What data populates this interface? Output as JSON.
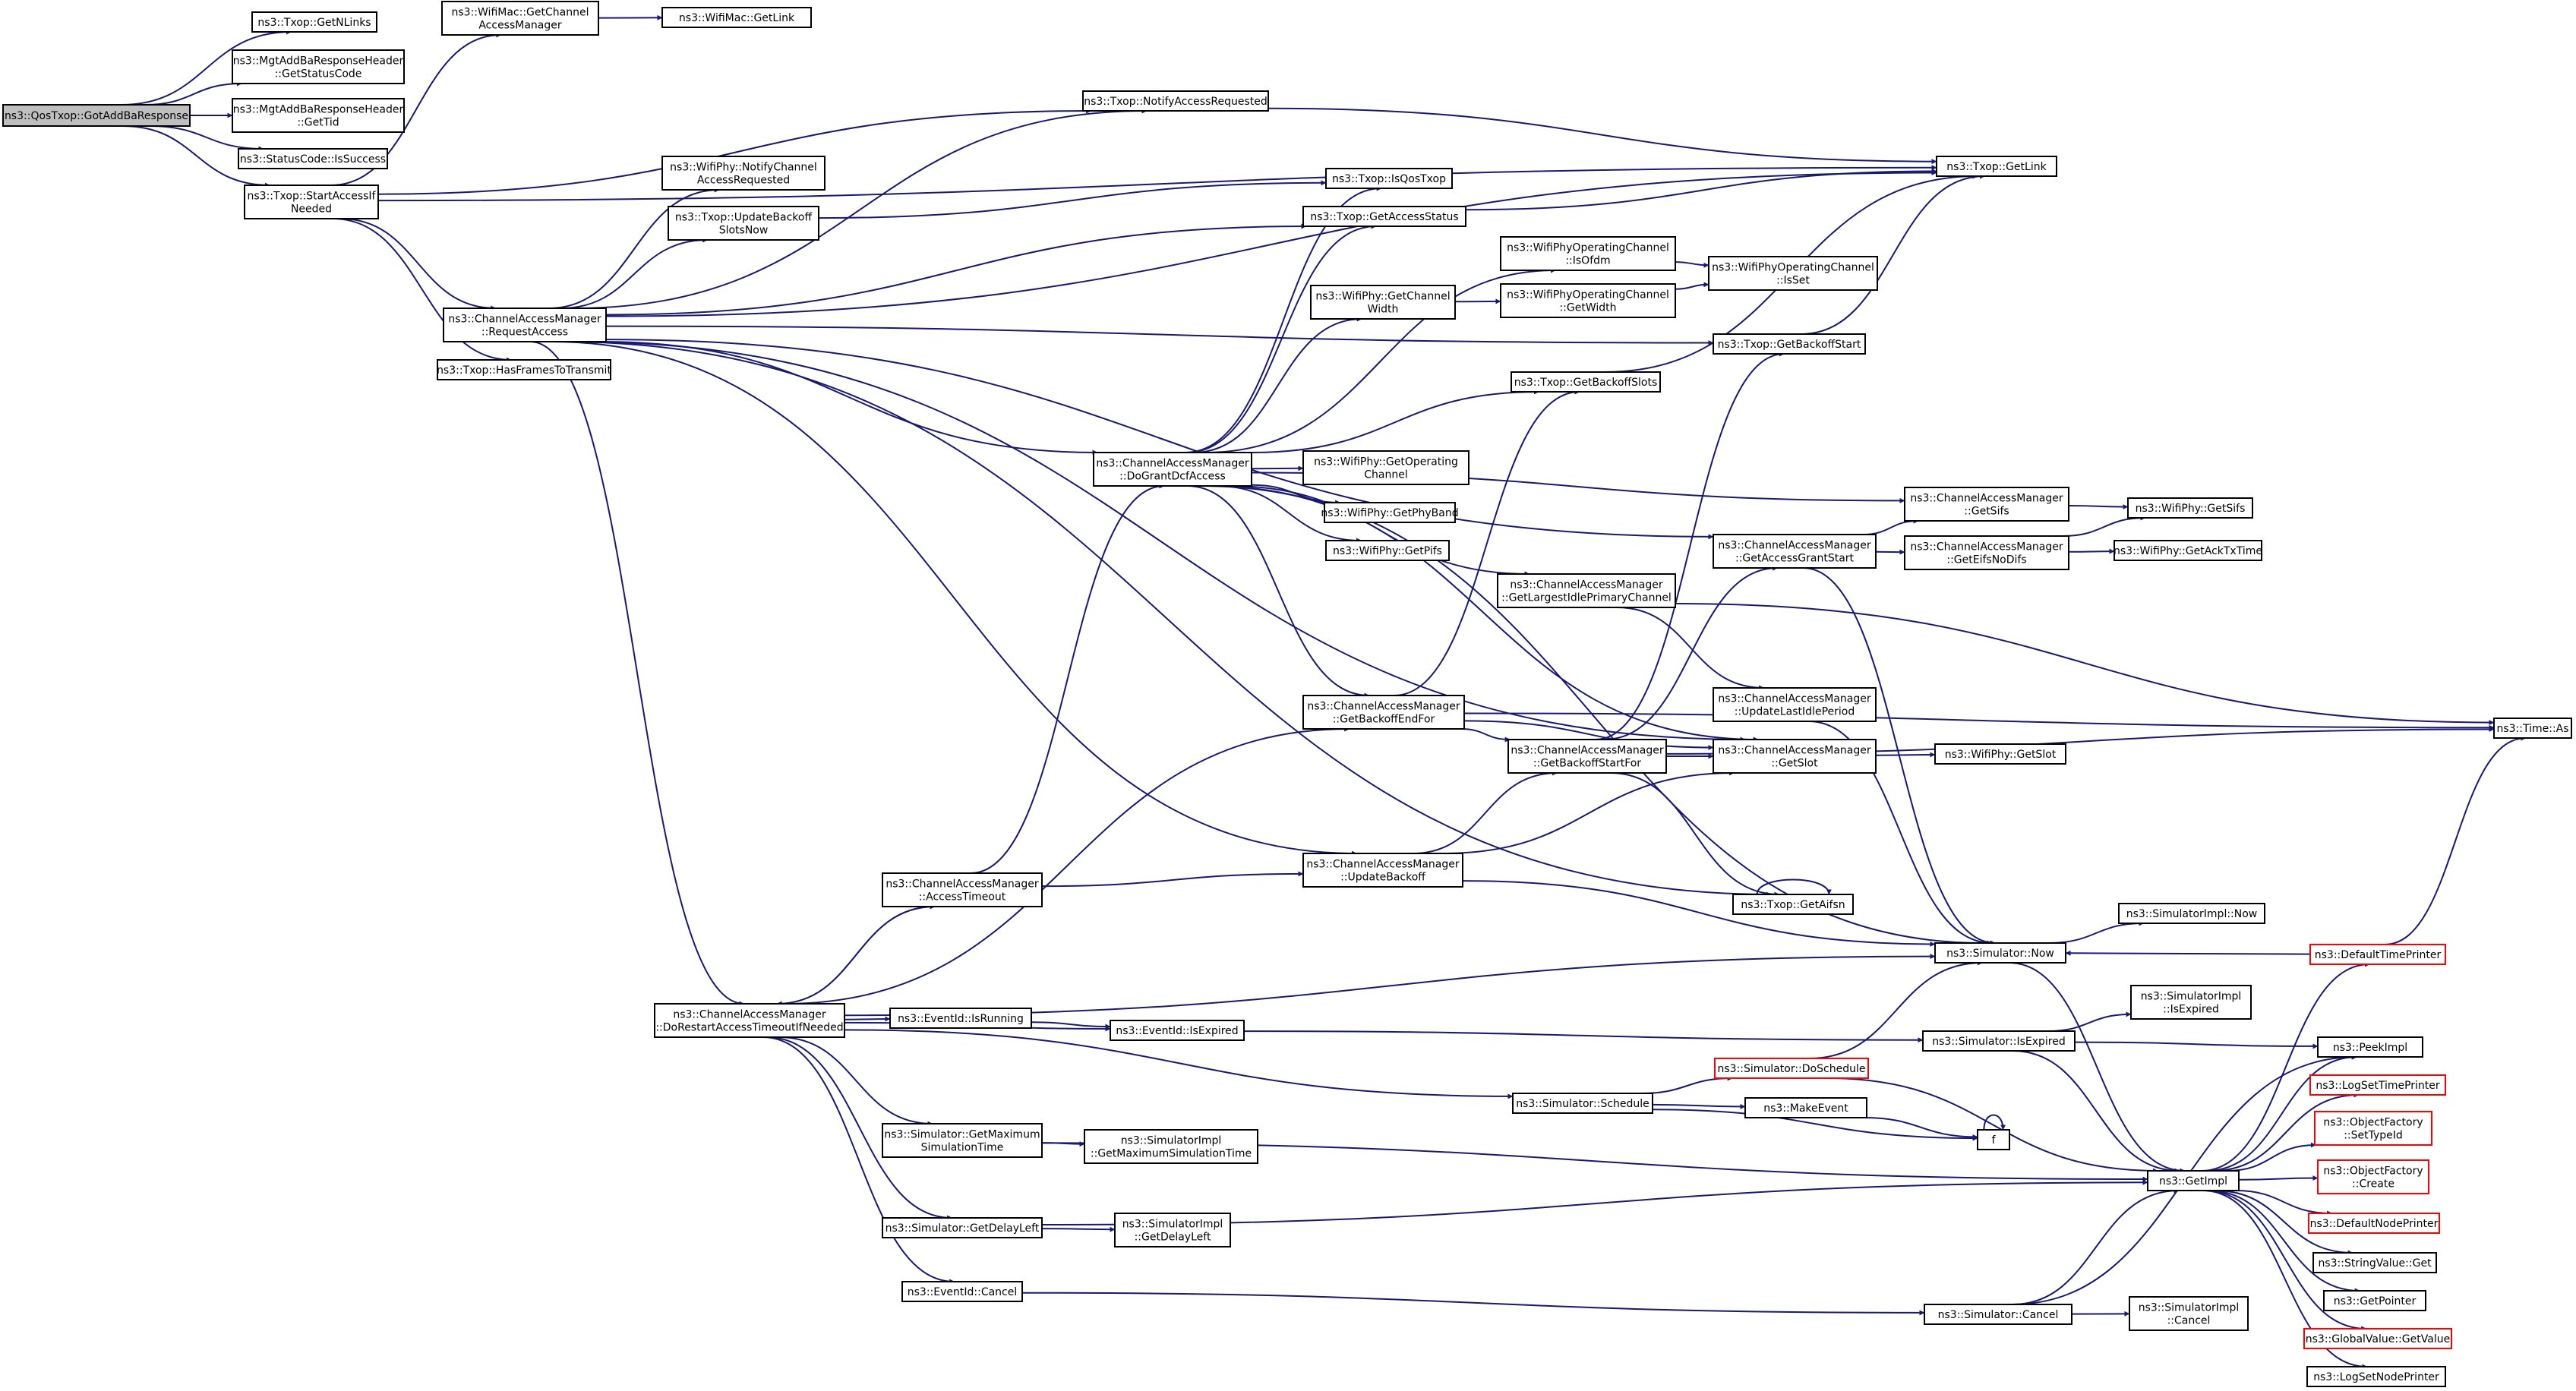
{
  "colors": {
    "edge": "#191970",
    "root_fill": "#bfbfbf",
    "node_border": "#000000",
    "truncated_border": "#ff0000",
    "background": "#ffffff"
  },
  "nodes": [
    {
      "id": "n0",
      "lines": [
        "ns3::QosTxop::GotAddBaResponse"
      ],
      "style": "root"
    },
    {
      "id": "n1",
      "lines": [
        "ns3::Txop::GetNLinks"
      ],
      "style": "plain"
    },
    {
      "id": "n2",
      "lines": [
        "ns3::MgtAddBaResponseHeader",
        "::GetStatusCode"
      ],
      "style": "plain"
    },
    {
      "id": "n3",
      "lines": [
        "ns3::MgtAddBaResponseHeader",
        "::GetTid"
      ],
      "style": "plain"
    },
    {
      "id": "n4",
      "lines": [
        "ns3::StatusCode::IsSuccess"
      ],
      "style": "plain"
    },
    {
      "id": "n5",
      "lines": [
        "ns3::Txop::StartAccessIf",
        "Needed"
      ],
      "style": "plain"
    },
    {
      "id": "n6",
      "lines": [
        "ns3::WifiMac::GetChannel",
        "AccessManager"
      ],
      "style": "plain"
    },
    {
      "id": "n7",
      "lines": [
        "ns3::WifiMac::GetLink"
      ],
      "style": "plain"
    },
    {
      "id": "n8",
      "lines": [
        "ns3::Txop::NotifyAccessRequested"
      ],
      "style": "plain"
    },
    {
      "id": "n9",
      "lines": [
        "ns3::Txop::GetLink"
      ],
      "style": "plain"
    },
    {
      "id": "n10",
      "lines": [
        "ns3::ChannelAccessManager",
        "::RequestAccess"
      ],
      "style": "plain"
    },
    {
      "id": "n11",
      "lines": [
        "ns3::Txop::HasFramesToTransmit"
      ],
      "style": "plain"
    },
    {
      "id": "n12",
      "lines": [
        "ns3::WifiPhy::NotifyChannel",
        "AccessRequested"
      ],
      "style": "plain"
    },
    {
      "id": "n13",
      "lines": [
        "ns3::Txop::UpdateBackoff",
        "SlotsNow"
      ],
      "style": "plain"
    },
    {
      "id": "n14",
      "lines": [
        "ns3::Txop::IsQosTxop"
      ],
      "style": "plain"
    },
    {
      "id": "n15",
      "lines": [
        "ns3::Txop::GetAccessStatus"
      ],
      "style": "plain"
    },
    {
      "id": "n16",
      "lines": [
        "ns3::WifiPhyOperatingChannel",
        "::IsOfdm"
      ],
      "style": "plain"
    },
    {
      "id": "n17",
      "lines": [
        "ns3::WifiPhyOperatingChannel",
        "::IsSet"
      ],
      "style": "plain"
    },
    {
      "id": "n18",
      "lines": [
        "ns3::WifiPhy::GetChannel",
        "Width"
      ],
      "style": "plain"
    },
    {
      "id": "n19",
      "lines": [
        "ns3::WifiPhyOperatingChannel",
        "::GetWidth"
      ],
      "style": "plain"
    },
    {
      "id": "n20",
      "lines": [
        "ns3::Txop::GetBackoffStart"
      ],
      "style": "plain"
    },
    {
      "id": "n21",
      "lines": [
        "ns3::Txop::GetBackoffSlots"
      ],
      "style": "plain"
    },
    {
      "id": "n22",
      "lines": [
        "ns3::ChannelAccessManager",
        "::DoGrantDcfAccess"
      ],
      "style": "plain"
    },
    {
      "id": "n23",
      "lines": [
        "ns3::WifiPhy::GetOperating",
        "Channel"
      ],
      "style": "plain"
    },
    {
      "id": "n24",
      "lines": [
        "ns3::WifiPhy::GetPhyBand"
      ],
      "style": "plain"
    },
    {
      "id": "n25",
      "lines": [
        "ns3::WifiPhy::GetPifs"
      ],
      "style": "plain"
    },
    {
      "id": "n26",
      "lines": [
        "ns3::ChannelAccessManager",
        "::GetSifs"
      ],
      "style": "plain"
    },
    {
      "id": "n27",
      "lines": [
        "ns3::WifiPhy::GetSifs"
      ],
      "style": "plain"
    },
    {
      "id": "n28",
      "lines": [
        "ns3::ChannelAccessManager",
        "::GetAccessGrantStart"
      ],
      "style": "plain"
    },
    {
      "id": "n29",
      "lines": [
        "ns3::ChannelAccessManager",
        "::GetEifsNoDifs"
      ],
      "style": "plain"
    },
    {
      "id": "n30",
      "lines": [
        "ns3::WifiPhy::GetAckTxTime"
      ],
      "style": "plain"
    },
    {
      "id": "n31",
      "lines": [
        "ns3::ChannelAccessManager",
        "::GetLargestIdlePrimaryChannel"
      ],
      "style": "plain"
    },
    {
      "id": "n32",
      "lines": [
        "ns3::ChannelAccessManager",
        "::UpdateLastIdlePeriod"
      ],
      "style": "plain"
    },
    {
      "id": "n33",
      "lines": [
        "ns3::ChannelAccessManager",
        "::GetBackoffEndFor"
      ],
      "style": "plain"
    },
    {
      "id": "n34",
      "lines": [
        "ns3::ChannelAccessManager",
        "::GetBackoffStartFor"
      ],
      "style": "plain"
    },
    {
      "id": "n35",
      "lines": [
        "ns3::ChannelAccessManager",
        "::GetSlot"
      ],
      "style": "plain"
    },
    {
      "id": "n36",
      "lines": [
        "ns3::WifiPhy::GetSlot"
      ],
      "style": "plain"
    },
    {
      "id": "n37",
      "lines": [
        "ns3::Time::As"
      ],
      "style": "plain"
    },
    {
      "id": "n38",
      "lines": [
        "ns3::ChannelAccessManager",
        "::AccessTimeout"
      ],
      "style": "plain"
    },
    {
      "id": "n39",
      "lines": [
        "ns3::ChannelAccessManager",
        "::UpdateBackoff"
      ],
      "style": "plain"
    },
    {
      "id": "n40",
      "lines": [
        "ns3::Txop::GetAifsn"
      ],
      "style": "plain"
    },
    {
      "id": "n41",
      "lines": [
        "ns3::Simulator::Now"
      ],
      "style": "plain"
    },
    {
      "id": "n42",
      "lines": [
        "ns3::SimulatorImpl::Now"
      ],
      "style": "plain"
    },
    {
      "id": "n43",
      "lines": [
        "ns3::DefaultTimePrinter"
      ],
      "style": "red"
    },
    {
      "id": "n44",
      "lines": [
        "ns3::ChannelAccessManager",
        "::DoRestartAccessTimeoutIfNeeded"
      ],
      "style": "plain"
    },
    {
      "id": "n45",
      "lines": [
        "ns3::EventId::IsRunning"
      ],
      "style": "plain"
    },
    {
      "id": "n46",
      "lines": [
        "ns3::EventId::IsExpired"
      ],
      "style": "plain"
    },
    {
      "id": "n47",
      "lines": [
        "ns3::SimulatorImpl",
        "::IsExpired"
      ],
      "style": "plain"
    },
    {
      "id": "n48",
      "lines": [
        "ns3::Simulator::IsExpired"
      ],
      "style": "plain"
    },
    {
      "id": "n49",
      "lines": [
        "ns3::PeekImpl"
      ],
      "style": "plain"
    },
    {
      "id": "n50",
      "lines": [
        "ns3::Simulator::DoSchedule"
      ],
      "style": "red"
    },
    {
      "id": "n51",
      "lines": [
        "ns3::LogSetTimePrinter"
      ],
      "style": "red"
    },
    {
      "id": "n52",
      "lines": [
        "ns3::Simulator::Schedule"
      ],
      "style": "plain"
    },
    {
      "id": "n53",
      "lines": [
        "ns3::MakeEvent"
      ],
      "style": "plain"
    },
    {
      "id": "n54",
      "lines": [
        "ns3::ObjectFactory",
        "::SetTypeId"
      ],
      "style": "red"
    },
    {
      "id": "n55",
      "lines": [
        "f"
      ],
      "style": "plain"
    },
    {
      "id": "n56",
      "lines": [
        "ns3::Simulator::GetMaximum",
        "SimulationTime"
      ],
      "style": "plain"
    },
    {
      "id": "n57",
      "lines": [
        "ns3::SimulatorImpl",
        "::GetMaximumSimulationTime"
      ],
      "style": "plain"
    },
    {
      "id": "n58",
      "lines": [
        "ns3::GetImpl"
      ],
      "style": "plain"
    },
    {
      "id": "n59",
      "lines": [
        "ns3::ObjectFactory",
        "::Create"
      ],
      "style": "red"
    },
    {
      "id": "n60",
      "lines": [
        "ns3::DefaultNodePrinter"
      ],
      "style": "red"
    },
    {
      "id": "n61",
      "lines": [
        "ns3::Simulator::GetDelayLeft"
      ],
      "style": "plain"
    },
    {
      "id": "n62",
      "lines": [
        "ns3::SimulatorImpl",
        "::GetDelayLeft"
      ],
      "style": "plain"
    },
    {
      "id": "n63",
      "lines": [
        "ns3::StringValue::Get"
      ],
      "style": "plain"
    },
    {
      "id": "n64",
      "lines": [
        "ns3::EventId::Cancel"
      ],
      "style": "plain"
    },
    {
      "id": "n65",
      "lines": [
        "ns3::GetPointer"
      ],
      "style": "plain"
    },
    {
      "id": "n66",
      "lines": [
        "ns3::Simulator::Cancel"
      ],
      "style": "plain"
    },
    {
      "id": "n67",
      "lines": [
        "ns3::SimulatorImpl",
        "::Cancel"
      ],
      "style": "plain"
    },
    {
      "id": "n68",
      "lines": [
        "ns3::GlobalValue::GetValue"
      ],
      "style": "red"
    },
    {
      "id": "n69",
      "lines": [
        "ns3::LogSetNodePrinter"
      ],
      "style": "plain"
    }
  ],
  "edges": [
    [
      "n0",
      "n1"
    ],
    [
      "n0",
      "n2"
    ],
    [
      "n0",
      "n3"
    ],
    [
      "n0",
      "n4"
    ],
    [
      "n0",
      "n5"
    ],
    [
      "n5",
      "n6"
    ],
    [
      "n6",
      "n7"
    ],
    [
      "n5",
      "n8"
    ],
    [
      "n8",
      "n9"
    ],
    [
      "n5",
      "n9"
    ],
    [
      "n5",
      "n10"
    ],
    [
      "n5",
      "n11"
    ],
    [
      "n10",
      "n12"
    ],
    [
      "n10",
      "n13"
    ],
    [
      "n13",
      "n14"
    ],
    [
      "n10",
      "n9"
    ],
    [
      "n10",
      "n15"
    ],
    [
      "n10",
      "n20"
    ],
    [
      "n10",
      "n22"
    ],
    [
      "n10",
      "n28"
    ],
    [
      "n10",
      "n35"
    ],
    [
      "n10",
      "n40"
    ],
    [
      "n10",
      "n39"
    ],
    [
      "n10",
      "n44"
    ],
    [
      "n10",
      "n8"
    ],
    [
      "n15",
      "n9"
    ],
    [
      "n20",
      "n9"
    ],
    [
      "n21",
      "n9"
    ],
    [
      "n22",
      "n14"
    ],
    [
      "n22",
      "n15"
    ],
    [
      "n22",
      "n16"
    ],
    [
      "n22",
      "n18"
    ],
    [
      "n22",
      "n21"
    ],
    [
      "n22",
      "n23"
    ],
    [
      "n22",
      "n24"
    ],
    [
      "n22",
      "n25"
    ],
    [
      "n22",
      "n26"
    ],
    [
      "n22",
      "n31"
    ],
    [
      "n22",
      "n33"
    ],
    [
      "n22",
      "n35"
    ],
    [
      "n22",
      "n41"
    ],
    [
      "n16",
      "n17"
    ],
    [
      "n18",
      "n19"
    ],
    [
      "n19",
      "n17"
    ],
    [
      "n26",
      "n27"
    ],
    [
      "n28",
      "n26"
    ],
    [
      "n28",
      "n29"
    ],
    [
      "n28",
      "n41"
    ],
    [
      "n29",
      "n27"
    ],
    [
      "n29",
      "n30"
    ],
    [
      "n31",
      "n32"
    ],
    [
      "n31",
      "n37"
    ],
    [
      "n32",
      "n41"
    ],
    [
      "n33",
      "n21"
    ],
    [
      "n33",
      "n34"
    ],
    [
      "n33",
      "n35"
    ],
    [
      "n33",
      "n37"
    ],
    [
      "n34",
      "n20"
    ],
    [
      "n34",
      "n28"
    ],
    [
      "n34",
      "n35"
    ],
    [
      "n34",
      "n40"
    ],
    [
      "n34",
      "n37"
    ],
    [
      "n35",
      "n36"
    ],
    [
      "n40",
      "n40"
    ],
    [
      "n38",
      "n22"
    ],
    [
      "n38",
      "n39"
    ],
    [
      "n38",
      "n44"
    ],
    [
      "n44",
      "n38"
    ],
    [
      "n39",
      "n34"
    ],
    [
      "n39",
      "n35"
    ],
    [
      "n39",
      "n41"
    ],
    [
      "n44",
      "n33"
    ],
    [
      "n44",
      "n41"
    ],
    [
      "n44",
      "n45"
    ],
    [
      "n44",
      "n46"
    ],
    [
      "n44",
      "n52"
    ],
    [
      "n44",
      "n56"
    ],
    [
      "n44",
      "n61"
    ],
    [
      "n44",
      "n64"
    ],
    [
      "n45",
      "n46"
    ],
    [
      "n46",
      "n48"
    ],
    [
      "n48",
      "n47"
    ],
    [
      "n48",
      "n49"
    ],
    [
      "n48",
      "n58"
    ],
    [
      "n41",
      "n42"
    ],
    [
      "n41",
      "n58"
    ],
    [
      "n43",
      "n41"
    ],
    [
      "n43",
      "n37"
    ],
    [
      "n52",
      "n50"
    ],
    [
      "n52",
      "n53"
    ],
    [
      "n52",
      "n55"
    ],
    [
      "n50",
      "n41"
    ],
    [
      "n50",
      "n58"
    ],
    [
      "n53",
      "n55"
    ],
    [
      "n55",
      "n55"
    ],
    [
      "n56",
      "n57"
    ],
    [
      "n56",
      "n58"
    ],
    [
      "n61",
      "n62"
    ],
    [
      "n61",
      "n58"
    ],
    [
      "n64",
      "n66"
    ],
    [
      "n66",
      "n67"
    ],
    [
      "n66",
      "n58"
    ],
    [
      "n66",
      "n49"
    ],
    [
      "n58",
      "n43"
    ],
    [
      "n58",
      "n49"
    ],
    [
      "n58",
      "n51"
    ],
    [
      "n58",
      "n54"
    ],
    [
      "n58",
      "n59"
    ],
    [
      "n58",
      "n60"
    ],
    [
      "n58",
      "n63"
    ],
    [
      "n58",
      "n65"
    ],
    [
      "n58",
      "n68"
    ],
    [
      "n58",
      "n69"
    ]
  ]
}
